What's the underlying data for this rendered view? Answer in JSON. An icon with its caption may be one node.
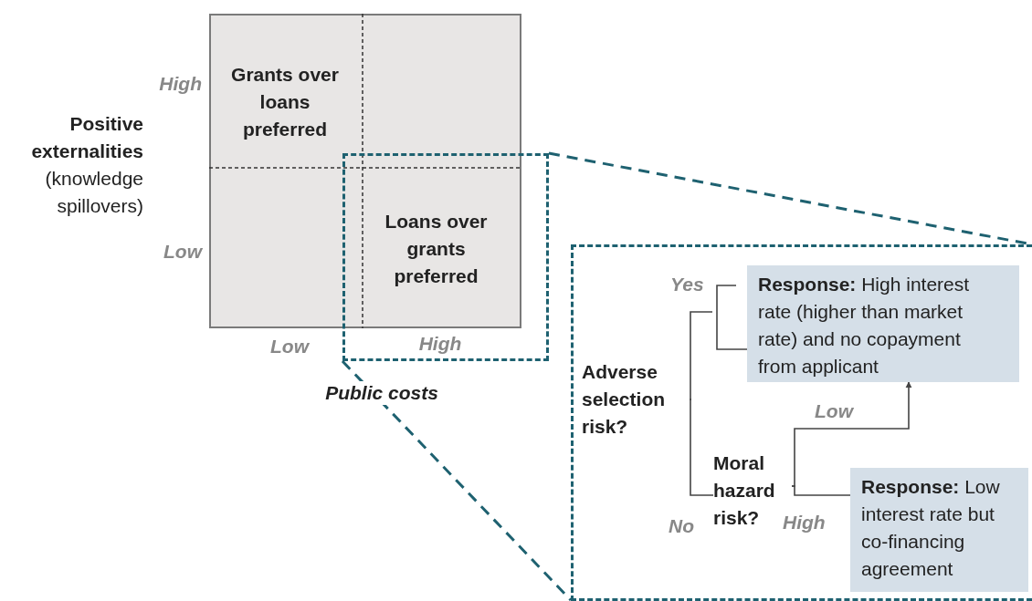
{
  "diagram": {
    "nodes": [
      {
        "text": [],
        "shape": "box"
      },
      {
        "text": [
          "Grants over loans preferred"
        ],
        "in": 0
      },
      {
        "text": [
          "Loans over grants preferred"
        ]
      },
      {
        "text": [],
        "shape": "box"
      },
      {
        "text": [],
        "shape": "box"
      },
      {
        "text": [
          "Adverse selection risk?"
        ],
        "in": 4
      },
      {
        "text": [
          "**Response:** High interest rate (higher than market rate) and no copayment from applicant"
        ],
        "in": 4
      },
      {
        "text": [
          "Moral hazard risk?"
        ],
        "in": 4
      },
      {
        "text": [
          "**Response:** Low interest rate but co-financing agreement"
        ],
        "in": 4
      }
    ],
    "edges": [
      {
        "from": 3,
        "to": 4,
        "arrow": "none",
        "style": "dashed",
        "color": "#1e6170"
      },
      {
        "from": 3,
        "to": 4,
        "arrow": "none",
        "style": "dashed",
        "color": "#1e6170"
      },
      {
        "from": 5,
        "to": 6,
        "arrow": "none",
        "label": "Yes"
      },
      {
        "from": 5,
        "to": 7,
        "arrow": "none",
        "label": "No"
      },
      {
        "from": 7,
        "to": 6,
        "arrow": "to",
        "label": "Low"
      },
      {
        "from": 7,
        "to": 8,
        "arrow": "none",
        "label": "High"
      }
    ],
    "labels": [
      "High",
      "**Positive externalities** (knowledge spillovers)",
      "Low",
      "Low",
      "High",
      "Public costs"
    ]
  }
}
